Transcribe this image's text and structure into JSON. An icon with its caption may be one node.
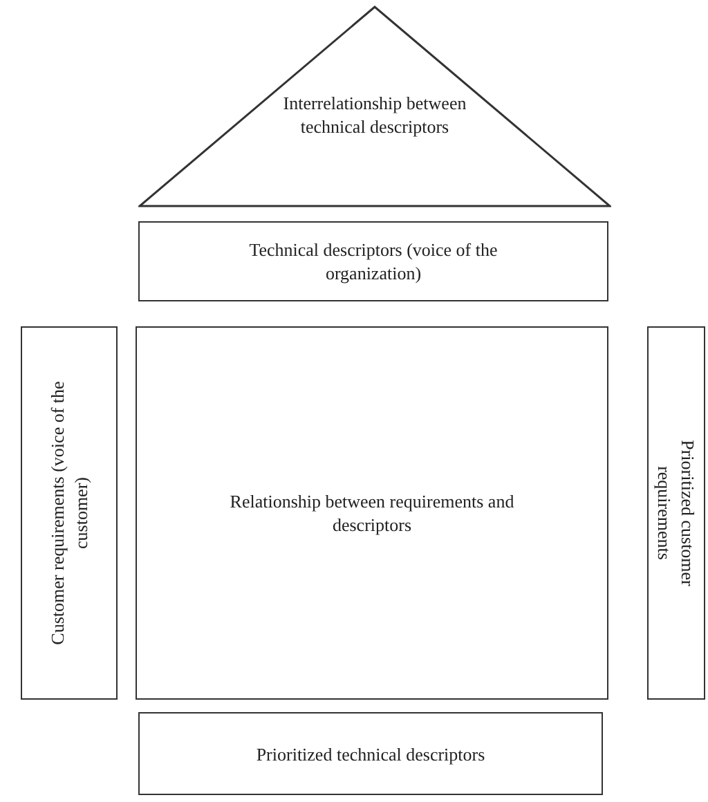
{
  "diagram": {
    "nodes": [
      {
        "text": [
          "Interrelationship between technical descriptors"
        ]
      },
      {
        "text": [
          "Technical descriptors (voice of the organization)"
        ]
      },
      {
        "text": [
          "Customer requirements (voice of the customer)"
        ]
      },
      {
        "text": [
          "Relationship between requirements and descriptors"
        ]
      },
      {
        "text": [
          "Prioritized customer requirements"
        ]
      },
      {
        "text": [
          "Prioritized technical descriptors"
        ]
      }
    ]
  }
}
